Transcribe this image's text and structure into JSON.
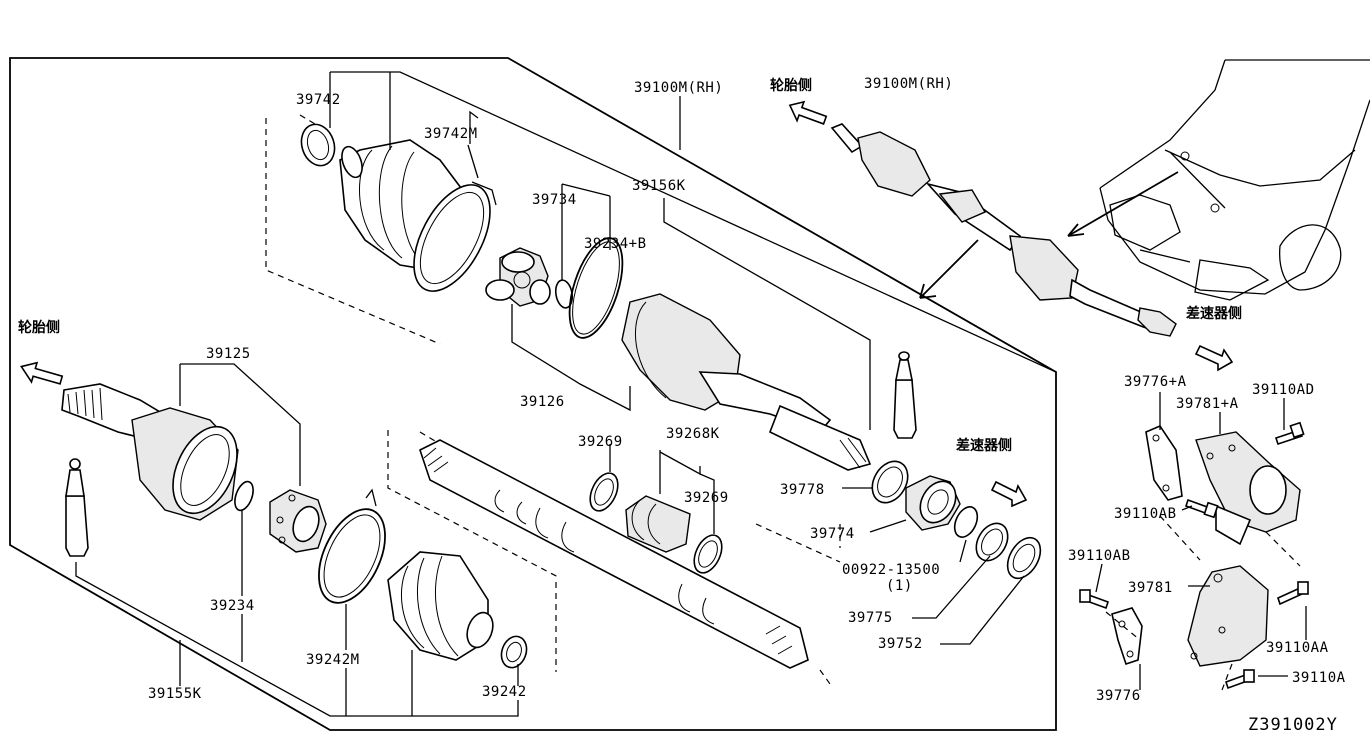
{
  "diagram_code": "Z391002Y",
  "side_labels": {
    "wheel_side_top": "轮胎侧",
    "wheel_side_left": "轮胎侧",
    "diff_side_mid": "差速器侧",
    "diff_side_right": "差速器侧"
  },
  "parts": {
    "p39742": "39742",
    "p39742M": "39742M",
    "p39100M_RH_a": "39100M(RH)",
    "p39100M_RH_b": "39100M(RH)",
    "p39734": "39734",
    "p39156K": "39156K",
    "p39234B": "39234+B",
    "p39125": "39125",
    "p39126": "39126",
    "p39269a": "39269",
    "p39268K": "39268K",
    "p39269b": "39269",
    "p39778": "39778",
    "p39774": "39774",
    "p00922": "00922-13500",
    "p00922_qty": "(1)",
    "p39775": "39775",
    "p39752": "39752",
    "p39234": "39234",
    "p39242M": "39242M",
    "p39242": "39242",
    "p39155K": "39155K",
    "p39776A": "39776+A",
    "p39781A": "39781+A",
    "p39110AD": "39110AD",
    "p39110AB_a": "39110AB",
    "p39110AB_b": "39110AB",
    "p39781": "39781",
    "p39110AA": "39110AA",
    "p39110A": "39110A",
    "p39776": "39776"
  },
  "colors": {
    "line": "#000000",
    "background": "#ffffff",
    "part_fill": "#e9e9e9"
  }
}
